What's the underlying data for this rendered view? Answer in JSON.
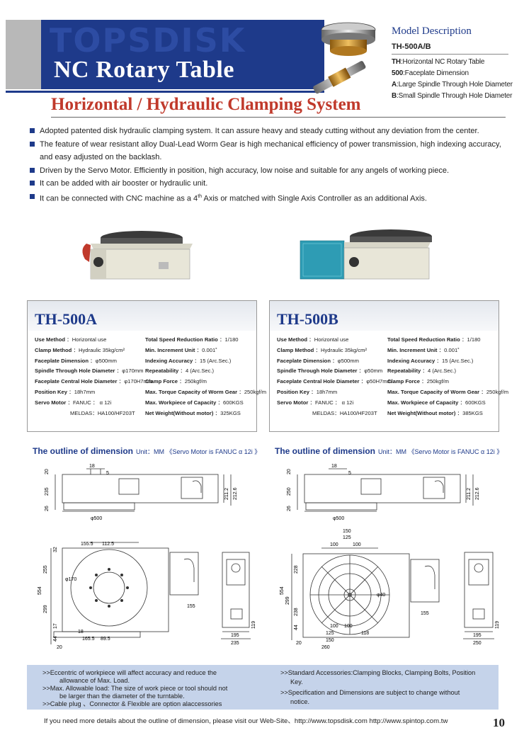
{
  "header": {
    "brand": "TOPSDISK",
    "title": "NC Rotary Table",
    "subtitle": "Horizontal / Hydraulic Clamping System"
  },
  "model_description": {
    "title": "Model Description",
    "model": "TH-500A/B",
    "lines": [
      {
        "key": "TH",
        "text": ":Horizontal NC Rotary Table"
      },
      {
        "key": "500",
        "text": ":Faceplate Dimension"
      },
      {
        "key": "A",
        "text": ":Large Spindle Through Hole Diameter"
      },
      {
        "key": "B",
        "text": ":Small Spindle Through Hole Diameter"
      }
    ]
  },
  "features": [
    {
      "text": "Adopted patented disk hydraulic clamping system. It can assure heavy and steady cutting without any deviation from the center."
    },
    {
      "text": "The feature of wear resistant alloy Dual-Lead Worm Gear is high mechanical efficiency of power transmission, high indexing accuracy, and easy adjusted on the backlash."
    },
    {
      "text": "Driven by the Servo Motor. Efficiently in position, high accuracy, low noise and suitable for any angels of working piece."
    },
    {
      "text": "It can be added with air booster or hydraulic unit."
    },
    {
      "text_before": "It can be connected with CNC machine as a 4",
      "sup": "th",
      "text_after": " Axis or matched with Single Axis Controller as an additional Axis."
    }
  ],
  "specs": {
    "a": {
      "title": "TH-500A",
      "left": [
        {
          "label": "Use Method",
          "value": "：Horizontal use"
        },
        {
          "label": "Clamp Method",
          "value": "：Hydraulic 35kg/cm²"
        },
        {
          "label": "Faceplate Dimension",
          "value": "：φ500mm"
        },
        {
          "label": "Spindle Through Hole Diameter",
          "value": "：φ170mm"
        },
        {
          "label": "Faceplate Central Hole Diameter",
          "value": "：φ170H7mm"
        },
        {
          "label": "Position Key",
          "value": "：18h7mm"
        },
        {
          "label": "Servo Motor",
          "value": "：FANUC ： α 12i"
        },
        {
          "label": "",
          "value": "MELDAS：HA100/HF203T"
        }
      ],
      "right": [
        {
          "label": "Total Speed Reduction Ratio",
          "value": "：1/180"
        },
        {
          "label": "Min. Increment Unit",
          "value": "：0.001˚"
        },
        {
          "label": "Indexing Accuracy",
          "value": "：15 (Arc.Sec.)"
        },
        {
          "label": "Repeatability",
          "value": "：4 (Arc.Sec.)"
        },
        {
          "label": "Clamp Force",
          "value": "：250kgf/m"
        },
        {
          "label": "Max. Torque Capacity of Worm Gear",
          "value": "：250kgf/m"
        },
        {
          "label": "Max. Workpiece of Capacity",
          "value": "：600KGS"
        },
        {
          "label": "Net Weight(Without motor)",
          "value": "：325KGS"
        }
      ]
    },
    "b": {
      "title": "TH-500B",
      "left": [
        {
          "label": "Use Method",
          "value": "：Horizontal use"
        },
        {
          "label": "Clamp Method",
          "value": "：Hydraulic 35kg/cm²"
        },
        {
          "label": "Faceplate Dimension",
          "value": "：φ500mm"
        },
        {
          "label": "Spindle Through Hole Diameter",
          "value": "：φ50mm"
        },
        {
          "label": "Faceplate Central Hole Diameter",
          "value": "：φ50H7mm"
        },
        {
          "label": "Position Key",
          "value": "：18h7mm"
        },
        {
          "label": "Servo Motor",
          "value": "：FANUC ： α 12i"
        },
        {
          "label": "",
          "value": "MELDAS：HA100/HF203T"
        }
      ],
      "right": [
        {
          "label": "Total Speed Reduction Ratio",
          "value": "：1/180"
        },
        {
          "label": "Min. Increment Unit",
          "value": "：0.001˚"
        },
        {
          "label": "Indexing Accuracy",
          "value": "：15 (Arc.Sec.)"
        },
        {
          "label": "Repeatability",
          "value": "：4 (Arc.Sec.)"
        },
        {
          "label": "Clamp Force",
          "value": "：250kgf/m"
        },
        {
          "label": "Max. Torque Capacity of Worm Gear",
          "value": "：250kgf/m"
        },
        {
          "label": "Max. Workpiece of Capacity",
          "value": "：600KGS"
        },
        {
          "label": "Net Weight(Without motor)",
          "value": "：385KGS"
        }
      ]
    }
  },
  "outline": {
    "heading": "The outline of dimension",
    "unit": "Unit：MM 《Servo Motor is FANUC α 12i 》"
  },
  "dims_a": {
    "side": [
      "18",
      "5",
      "20",
      "235",
      "26",
      "211.2",
      "212.6",
      "φ500"
    ],
    "top": [
      "155.5",
      "112.5",
      "32",
      "255",
      "554",
      "299",
      "17",
      "44",
      "18",
      "165.5",
      "89.5",
      "20",
      "155",
      "φ170"
    ],
    "end": [
      "119",
      "195",
      "235"
    ]
  },
  "dims_b": {
    "side": [
      "18",
      "5",
      "20",
      "250",
      "26",
      "211.2",
      "212.6",
      "φ500"
    ],
    "top": [
      "150",
      "125",
      "100",
      "100",
      "228",
      "554",
      "238",
      "299",
      "44",
      "20",
      "100",
      "100",
      "125",
      "150",
      "260",
      "118",
      "155",
      "φ40"
    ],
    "end": [
      "119",
      "195",
      "250"
    ]
  },
  "notes": {
    "left": [
      ">>Eccentric of workpiece will affect accuracy and reduce the",
      "allowance of Max. Load.",
      ">>Max. Allowable load: The size of work piece or tool should not",
      "be larger than the diameter of the turntable.",
      ">>Cable plug 、Connector & Flexible are option alaccessories"
    ],
    "right": [
      ">>Standard Accessories:Clamping Blocks, Clamping Bolts, Position",
      "Key.",
      ">>Specification and Dimensions are subject to change without",
      "notice."
    ]
  },
  "footer": "If you need more details about the outline of dimension, please visit our Web-Site、http://www.topsdisk.com  http://www.spintop.com.tw",
  "page_number": "10",
  "colors": {
    "brand_blue": "#1e3a8a",
    "subtitle_red": "#c0392b",
    "notes_bg": "#c5d3ea"
  }
}
